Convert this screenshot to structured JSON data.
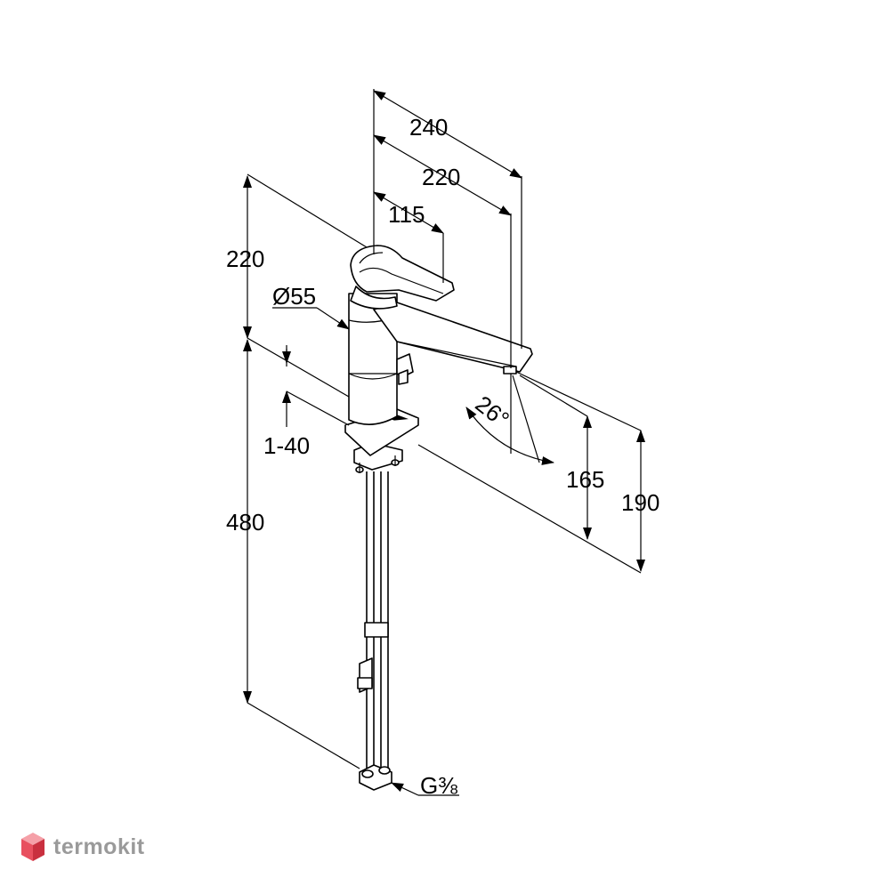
{
  "dimensions": {
    "d240": "240",
    "d220_top": "220",
    "d115": "115",
    "d220_left": "220",
    "diameter": "Ø55",
    "d1_40": "1-40",
    "d480": "480",
    "angle": "26°",
    "d165": "165",
    "d190": "190",
    "thread": "G⅜"
  },
  "watermark": {
    "brand": "termokit",
    "icon": "hexagon-logo-icon",
    "colors": {
      "text": "#9a9a9a",
      "icon_top": "#f5a0a8",
      "icon_left": "#e8505f",
      "icon_right": "#c9303f"
    }
  }
}
